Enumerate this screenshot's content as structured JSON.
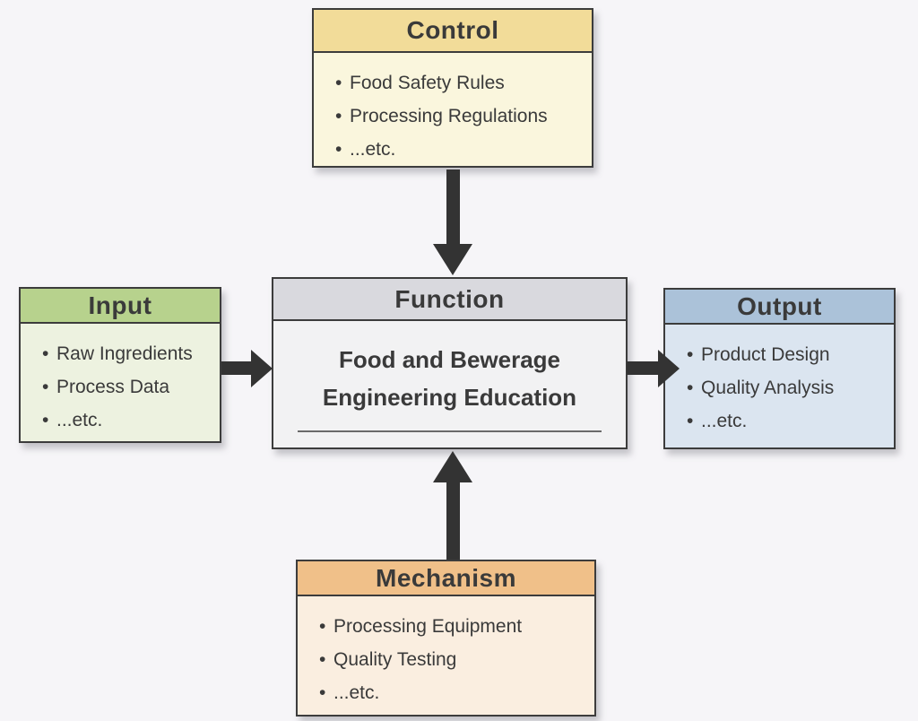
{
  "colors": {
    "page-bg": "#f6f5f8",
    "ink": "#3a3a3a",
    "border": "#3c3c3c",
    "arrow": "#333333",
    "control-header": "#f2dc99",
    "control-body": "#faf6dd",
    "input-header": "#b7d28d",
    "input-body": "#edf2e0",
    "function-header": "#d9d9de",
    "function-body": "#f2f2f3",
    "output-header": "#abc2d9",
    "output-body": "#dbe5f0",
    "mechanism-header": "#f0c089",
    "mechanism-body": "#faeee0"
  },
  "glyphs": {
    "bullet": "•"
  },
  "boxes": {
    "control": {
      "title": "Control",
      "items": [
        "Food Safety Rules",
        "Processing Regulations",
        "...etc."
      ]
    },
    "input": {
      "title": "Input",
      "items": [
        "Raw Ingredients",
        "Process Data",
        "...etc."
      ]
    },
    "function": {
      "title": "Function",
      "lines": [
        "Food and Bewerage",
        "Engineering Education"
      ]
    },
    "output": {
      "title": "Output",
      "items": [
        "Product Design",
        "Quality Analysis",
        "...etc."
      ]
    },
    "mechanism": {
      "title": "Mechanism",
      "items": [
        "Processing Equipment",
        "Quality Testing",
        "...etc."
      ]
    }
  }
}
